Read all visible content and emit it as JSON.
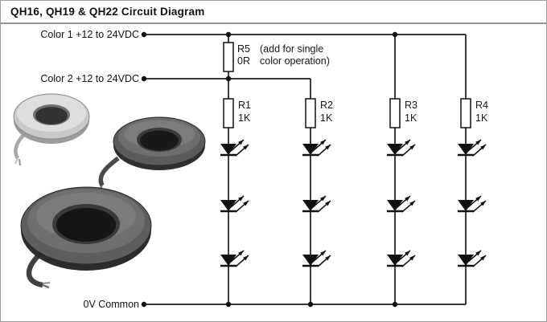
{
  "title": "QH16, QH19 & QH22 Circuit Diagram",
  "rails": {
    "color1_label": "Color 1 +12 to 24VDC",
    "color2_label": "Color 2 +12 to 24VDC",
    "common_label": "0V Common"
  },
  "r5": {
    "name": "R5",
    "value": "0R",
    "note1": "(add for single",
    "note2": "color operation)"
  },
  "resistors": [
    {
      "name": "R1",
      "value": "1K"
    },
    {
      "name": "R2",
      "value": "1K"
    },
    {
      "name": "R3",
      "value": "1K"
    },
    {
      "name": "R4",
      "value": "1K"
    }
  ],
  "leds_per_column": 3,
  "colors": {
    "wire": "#1c1c1c",
    "background": "#ffffff",
    "border": "#9a9a9a"
  }
}
